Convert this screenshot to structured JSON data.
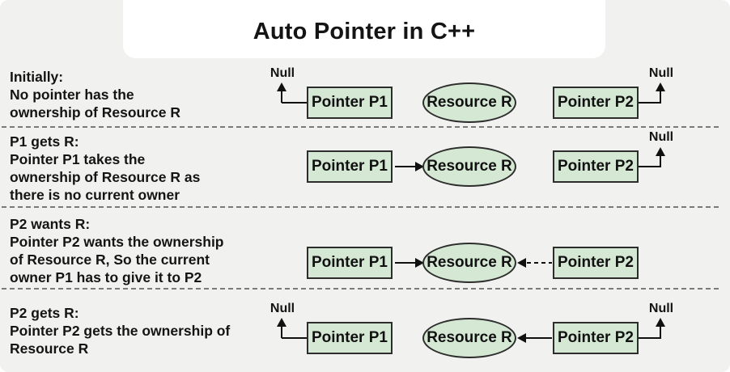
{
  "title": "Auto Pointer in C++",
  "colors": {
    "background": "#f1f2f0",
    "title_panel": "#ffffff",
    "node_fill": "#d5e8d4",
    "node_border": "#2d2d2d",
    "text": "#141414",
    "divider": "#7a7a7a",
    "arrow": "#111111"
  },
  "rows": [
    {
      "heading": "Initially:",
      "lines": [
        "No pointer has the",
        "ownership of Resource R"
      ],
      "p1": "Pointer P1",
      "resource": "Resource R",
      "p2": "Pointer P2",
      "p1_null": "Null",
      "p2_null": "Null"
    },
    {
      "heading": "P1 gets R:",
      "lines": [
        "Pointer P1 takes the",
        "ownership of Resource R as",
        "there is no current owner"
      ],
      "p1": "Pointer P1",
      "resource": "Resource R",
      "p2": "Pointer P2",
      "p2_null": "Null"
    },
    {
      "heading": "P2 wants R:",
      "lines": [
        "Pointer P2 wants the ownership",
        "of Resource R, So the current",
        "owner P1 has to give it to P2"
      ],
      "p1": "Pointer P1",
      "resource": "Resource R",
      "p2": "Pointer P2"
    },
    {
      "heading": "P2 gets R:",
      "lines": [
        "Pointer P2 gets the ownership of",
        "Resource R"
      ],
      "p1": "Pointer P1",
      "resource": "Resource R",
      "p2": "Pointer P2",
      "p1_null": "Null",
      "p2_null": "Null"
    }
  ]
}
